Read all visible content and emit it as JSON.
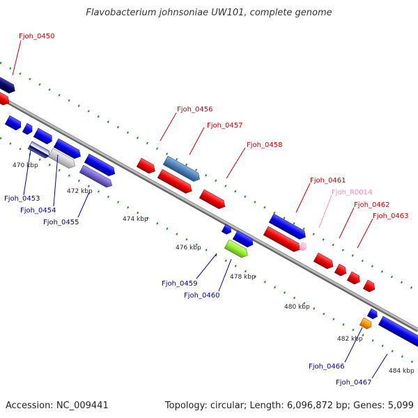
{
  "title": "Flavobacterium johnsoniae UW101, complete genome",
  "footer": {
    "accession": "Accession: NC_009441",
    "topology": "Topology: circular; Length: 6,096,872 bp; Genes: 5,099"
  },
  "colors": {
    "forward_gene": "#ff0000",
    "reverse_gene": "#0000ee",
    "rna": "#ff99cc",
    "backbone": "#888888",
    "tick_dots": "#2e8b2e"
  },
  "ticks": [
    "470 kbp",
    "472 kbp",
    "474 kbp",
    "476 kbp",
    "478 kbp",
    "480 kbp",
    "482 kbp",
    "484 kbp"
  ],
  "gene_labels": [
    "Fjoh_0450",
    "Fjoh_0453",
    "Fjoh_0454",
    "Fjoh_0455",
    "Fjoh_0456",
    "Fjoh_0457",
    "Fjoh_0458",
    "Fjoh_0459",
    "Fjoh_0460",
    "Fjoh_0461",
    "Fjoh_R0014",
    "Fjoh_0462",
    "Fjoh_0463",
    "Fjoh_0466",
    "Fjoh_0467"
  ]
}
